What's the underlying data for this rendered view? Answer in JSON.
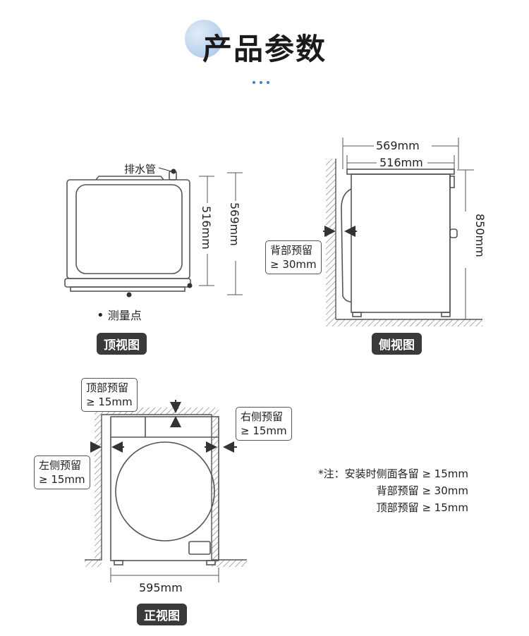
{
  "title": "产品参数",
  "top_view": {
    "label": "顶视图",
    "drain_pipe": "排水管",
    "depth_inner": "516mm",
    "depth_outer": "569mm",
    "measure_point": "测量点"
  },
  "side_view": {
    "label": "侧视图",
    "width_outer": "569mm",
    "width_inner": "516mm",
    "height": "850mm",
    "back_clearance_line1": "背部预留",
    "back_clearance_line2": "≥ 30mm"
  },
  "front_view": {
    "label": "正视图",
    "width": "595mm",
    "top_clearance_line1": "顶部预留",
    "top_clearance_line2": "≥ 15mm",
    "right_clearance_line1": "右侧预留",
    "right_clearance_line2": "≥ 15mm",
    "left_clearance_line1": "左侧预留",
    "left_clearance_line2": "≥ 15mm"
  },
  "notes": {
    "line1": "*注：安装时侧面各留 ≥ 15mm",
    "line2": "背部预留 ≥ 30mm",
    "line3": "顶部预留 ≥ 15mm"
  },
  "colors": {
    "accent": "#3c7fd1",
    "line": "#555555",
    "pill_bg": "#3a3a3a"
  }
}
